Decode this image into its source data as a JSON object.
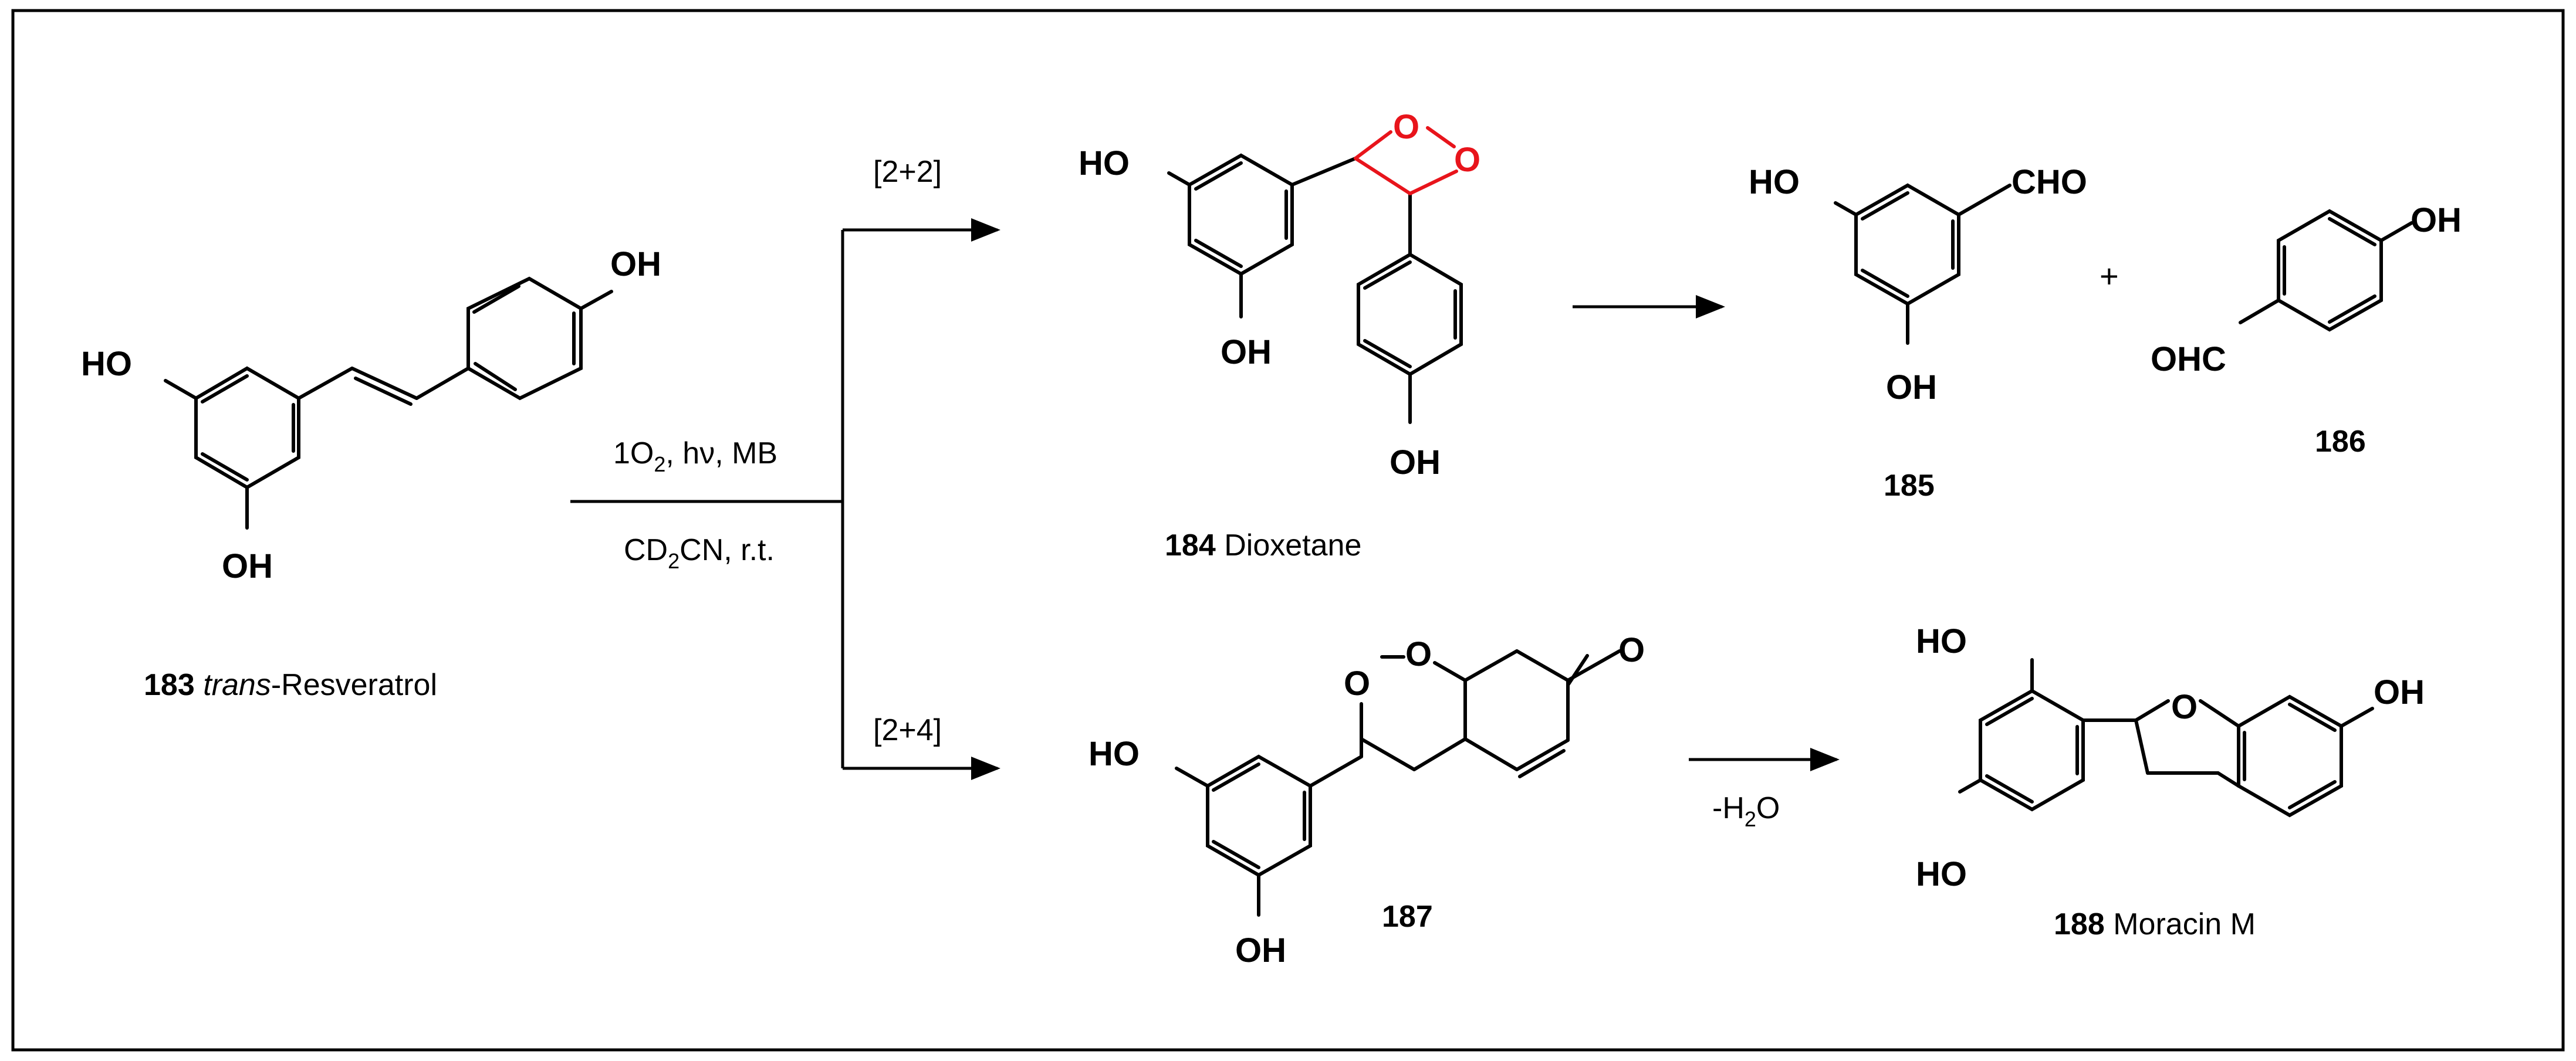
{
  "scheme": {
    "reactant": {
      "number": "183",
      "name_italic": "trans",
      "name_rest": "-Resveratrol"
    },
    "conditions": {
      "line1_pre": "1O",
      "line1_sub": "2",
      "line1_post": ", hν, MB",
      "line2_pre": "CD",
      "line2_sub": "2",
      "line2_post": "CN, r.t."
    },
    "path_upper": {
      "label": "[2+2]"
    },
    "path_lower": {
      "label": "[2+4]"
    },
    "product_184": {
      "number": "184",
      "name": "Dioxetane"
    },
    "product_185": {
      "number": "185"
    },
    "plus": "+",
    "product_186": {
      "number": "186"
    },
    "product_187": {
      "number": "187"
    },
    "step_dehydration": {
      "pre": "-H",
      "sub": "2",
      "post": "O"
    },
    "product_188": {
      "number": "188",
      "name": "Moracin M"
    },
    "atoms": {
      "hydroxyl": "OH",
      "hydroxyl_left": "HO",
      "aldehyde": "CHO",
      "aldehyde_left": "OHC",
      "oxygen": "O"
    },
    "colors": {
      "highlight": "#e8141b",
      "ink": "#000000"
    }
  }
}
